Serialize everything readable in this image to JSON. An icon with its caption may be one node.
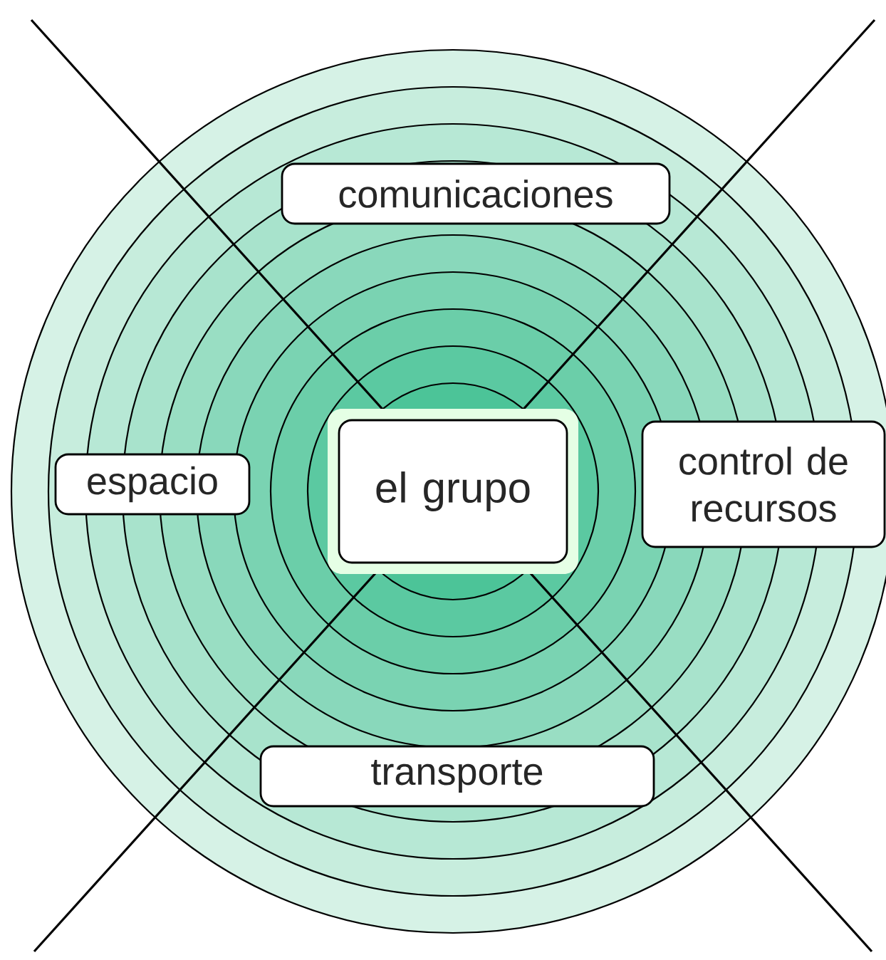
{
  "diagram": {
    "nodes": [
      {
        "text": [
          "comunicaciones"
        ]
      },
      {
        "text": [
          "espacio"
        ]
      },
      {
        "text": [
          "el grupo"
        ]
      },
      {
        "text": [
          "control de recursos"
        ]
      },
      {
        "text": [
          "transporte"
        ]
      }
    ]
  }
}
